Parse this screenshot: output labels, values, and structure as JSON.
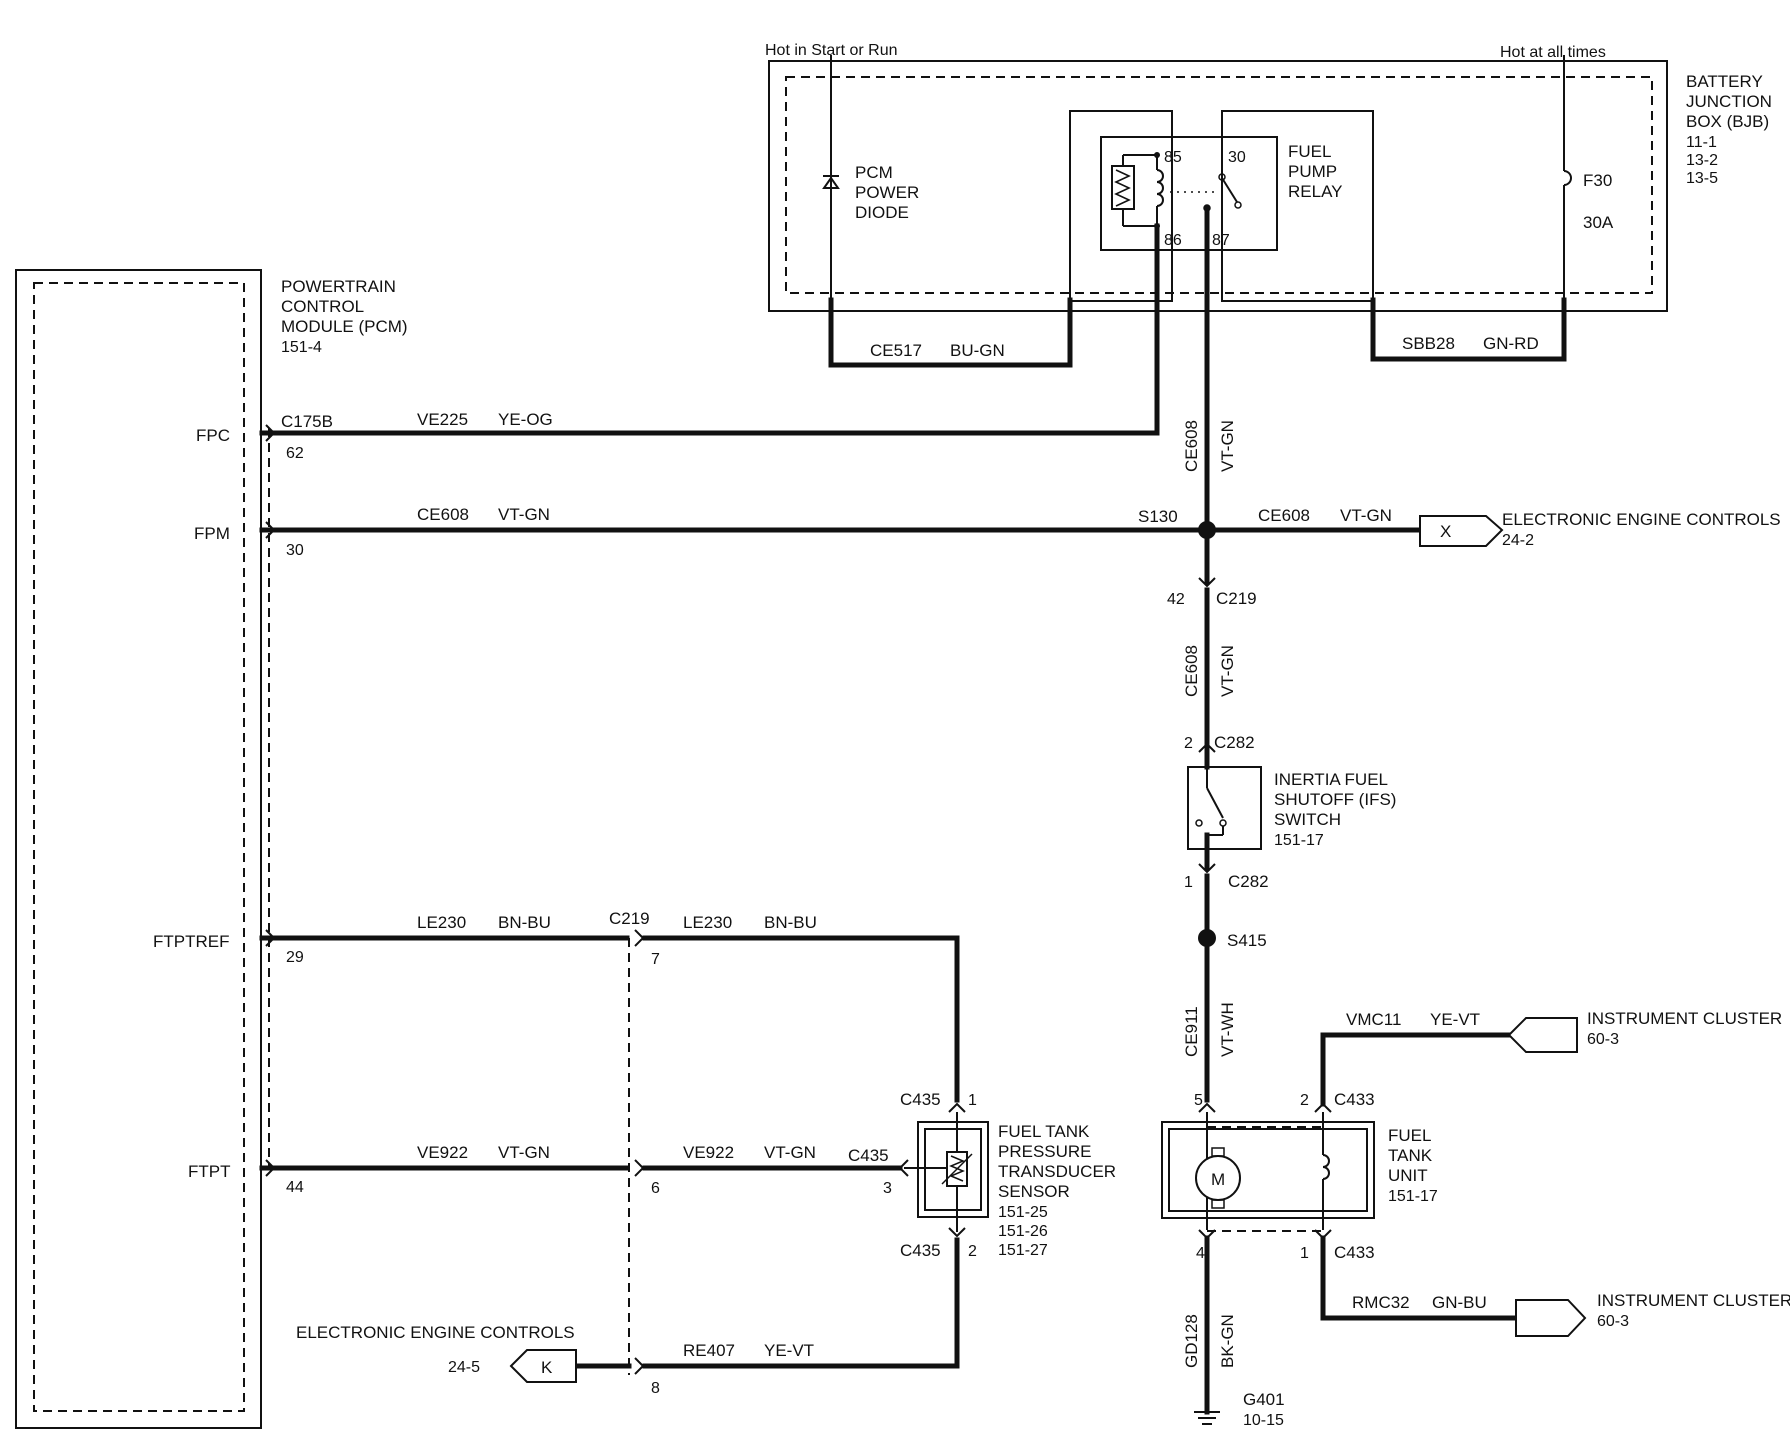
{
  "bjb": {
    "supply_left": "Hot in Start or Run",
    "supply_right": "Hot at all times",
    "name": [
      "BATTERY",
      "JUNCTION",
      "BOX (BJB)"
    ],
    "refs": [
      "11-1",
      "13-2",
      "13-5"
    ],
    "diode": [
      "PCM",
      "POWER",
      "DIODE"
    ],
    "relay": [
      "FUEL",
      "PUMP",
      "RELAY"
    ],
    "relay_pins": {
      "p85": "85",
      "p86": "86",
      "p30": "30",
      "p87": "87"
    },
    "fuse_id": "F30",
    "fuse_rating": "30A",
    "wire_left_circuit": "CE517",
    "wire_left_color": "BU-GN",
    "wire_right_circuit": "SBB28",
    "wire_right_color": "GN-RD"
  },
  "pcm": {
    "name": [
      "POWERTRAIN",
      "CONTROL",
      "MODULE (PCM)"
    ],
    "ref": "151-4",
    "connector": "C175B",
    "signals": {
      "fpc": {
        "label": "FPC",
        "pin": "62",
        "circuit": "VE225",
        "color": "YE-OG"
      },
      "fpm": {
        "label": "FPM",
        "pin": "30",
        "circuit": "CE608",
        "color": "VT-GN"
      },
      "ftptref": {
        "label": "FTPTREF",
        "pin": "29",
        "circuit": "LE230",
        "color": "BN-BU"
      },
      "ftpt": {
        "label": "FTPT",
        "pin": "44",
        "circuit": "VE922",
        "color": "VT-GN"
      }
    }
  },
  "vertical": {
    "upper_circuit": "CE608",
    "upper_color": "VT-GN",
    "mid_circuit": "CE608",
    "mid_color": "VT-GN",
    "low_circuit": "CE911",
    "low_color": "VT-WH",
    "gnd_circuit": "GD128",
    "gnd_color": "BK-GN"
  },
  "splices": {
    "s130": "S130",
    "s415": "S415"
  },
  "eec_x": {
    "circuit": "CE608",
    "color": "VT-GN",
    "letter": "X",
    "label": "ELECTRONIC ENGINE CONTROLS",
    "ref": "24-2"
  },
  "c219": {
    "name": "C219",
    "pin_top": "42",
    "pin7": "7",
    "pin6": "6",
    "pin8": "8"
  },
  "c282": {
    "name": "C282",
    "pin2": "2",
    "pin1": "1"
  },
  "ifs": {
    "name": [
      "INERTIA FUEL",
      "SHUTOFF (IFS)",
      "SWITCH"
    ],
    "ref": "151-17"
  },
  "ftpt_sensor": {
    "name": [
      "FUEL TANK",
      "PRESSURE",
      "TRANSDUCER",
      "SENSOR"
    ],
    "refs": [
      "151-25",
      "151-26",
      "151-27"
    ],
    "connector": "C435",
    "pin1": "1",
    "pin2": "2",
    "pin3": "3",
    "wire_top_circuit": "LE230",
    "wire_top_color": "BN-BU",
    "wire_mid_circuit": "VE922",
    "wire_mid_color": "VT-GN",
    "wire_bot_circuit": "RE407",
    "wire_bot_color": "YE-VT"
  },
  "eec_k": {
    "letter": "K",
    "label": "ELECTRONIC ENGINE CONTROLS",
    "ref": "24-5"
  },
  "fuel_tank_unit": {
    "name": [
      "FUEL",
      "TANK",
      "UNIT"
    ],
    "ref": "151-17",
    "motor_label": "M",
    "connector": "C433",
    "pin5": "5",
    "pin2": "2",
    "pin4": "4",
    "pin1": "1"
  },
  "ic_top": {
    "circuit": "VMC11",
    "color": "YE-VT",
    "label": "INSTRUMENT CLUSTER",
    "ref": "60-3"
  },
  "ic_bottom": {
    "circuit": "RMC32",
    "color": "GN-BU",
    "label": "INSTRUMENT CLUSTER",
    "ref": "60-3"
  },
  "ground": {
    "name": "G401",
    "ref": "10-15"
  }
}
